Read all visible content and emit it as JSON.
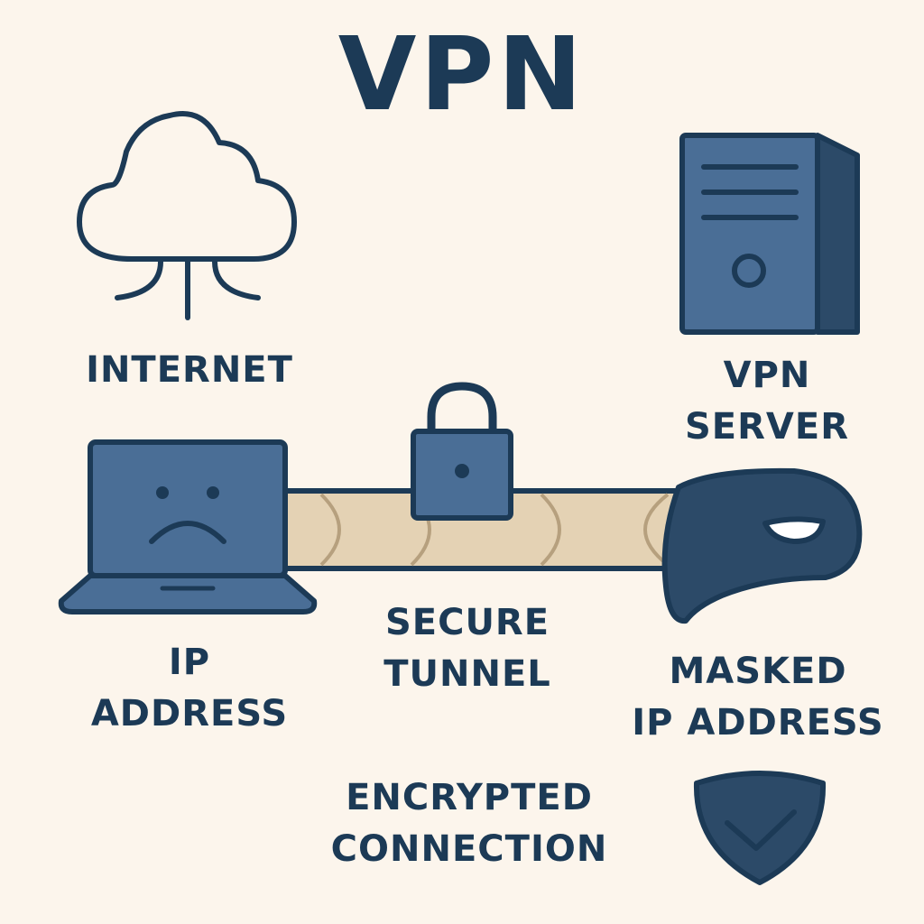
{
  "title": "VPN",
  "labels": {
    "internet": "INTERNET",
    "vpn_server": [
      "VPN",
      "SERVER"
    ],
    "ip_address": [
      "IP",
      "ADDRESS"
    ],
    "secure_tunnel": [
      "SECURE",
      "TUNNEL"
    ],
    "masked_ip": [
      "MASKED",
      "IP ADDRESS"
    ],
    "encrypted_connection": [
      "ENCRYPTED",
      "CONNECTION"
    ]
  },
  "icons": [
    "cloud-icon",
    "server-icon",
    "laptop-icon",
    "sad-face-icon",
    "padlock-icon",
    "mask-icon",
    "shield-check-icon"
  ],
  "colors": {
    "background": "#fcf5ec",
    "ink": "#1c3a56",
    "steel_blue": "#4a6e96",
    "dark_navy": "#2c4a68",
    "tunnel_tan": "#e4d2b4",
    "tunnel_stripe": "#b6a07e"
  }
}
